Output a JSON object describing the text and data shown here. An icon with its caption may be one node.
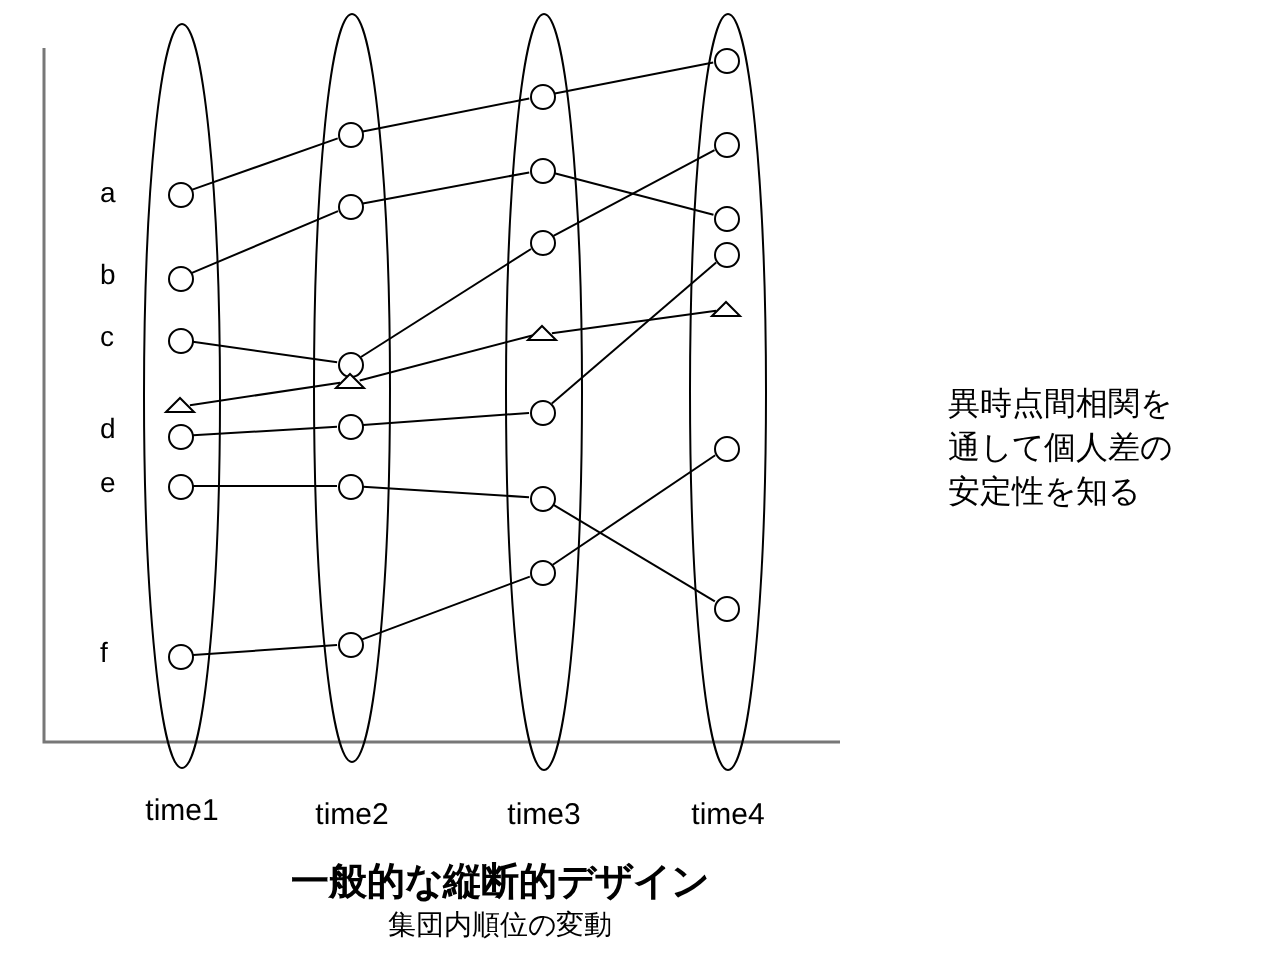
{
  "diagram": {
    "title": "一般的な縦断的デザイン",
    "caption": "集団内順位の変動",
    "nodes": [
      {
        "text": [],
        "shape": "ellipse",
        "beside": [
          "time1"
        ]
      },
      {
        "text": [],
        "shape": "circle",
        "in": 0
      },
      {
        "text": [],
        "shape": "circle",
        "in": 0
      },
      {
        "text": [],
        "shape": "circle",
        "in": 0
      },
      {
        "text": [],
        "shape": "triangle",
        "in": 0
      },
      {
        "text": [],
        "shape": "circle",
        "in": 0
      },
      {
        "text": [],
        "shape": "circle",
        "in": 0
      },
      {
        "text": [],
        "shape": "circle",
        "in": 0
      },
      {
        "text": [],
        "shape": "ellipse",
        "beside": [
          "time2"
        ]
      },
      {
        "text": [],
        "shape": "circle",
        "in": 8
      },
      {
        "text": [],
        "shape": "circle",
        "in": 8
      },
      {
        "text": [],
        "shape": "circle",
        "in": 8
      },
      {
        "text": [],
        "shape": "triangle",
        "in": 8
      },
      {
        "text": [],
        "shape": "circle",
        "in": 8
      },
      {
        "text": [],
        "shape": "circle",
        "in": 8
      },
      {
        "text": [],
        "shape": "circle",
        "in": 8
      },
      {
        "text": [],
        "shape": "ellipse",
        "beside": [
          "time3"
        ]
      },
      {
        "text": [],
        "shape": "circle",
        "in": 16
      },
      {
        "text": [],
        "shape": "circle",
        "in": 16
      },
      {
        "text": [],
        "shape": "circle",
        "in": 16
      },
      {
        "text": [],
        "shape": "triangle",
        "in": 16
      },
      {
        "text": [],
        "shape": "circle",
        "in": 16
      },
      {
        "text": [],
        "shape": "circle",
        "in": 16
      },
      {
        "text": [],
        "shape": "circle",
        "in": 16
      },
      {
        "text": [],
        "shape": "ellipse",
        "beside": [
          "time4"
        ]
      },
      {
        "text": [],
        "shape": "circle",
        "in": 24
      },
      {
        "text": [],
        "shape": "circle",
        "in": 24
      },
      {
        "text": [],
        "shape": "circle",
        "in": 24
      },
      {
        "text": [],
        "shape": "circle",
        "in": 24
      },
      {
        "text": [],
        "shape": "triangle",
        "in": 24
      },
      {
        "text": [],
        "shape": "circle",
        "in": 24
      },
      {
        "text": [],
        "shape": "circle",
        "in": 24
      }
    ],
    "edges": [
      {
        "from": 1,
        "to": 9,
        "arrow": "none"
      },
      {
        "from": 9,
        "to": 17,
        "arrow": "none"
      },
      {
        "from": 17,
        "to": 25,
        "arrow": "none"
      },
      {
        "from": 2,
        "to": 10,
        "arrow": "none"
      },
      {
        "from": 10,
        "to": 18,
        "arrow": "none"
      },
      {
        "from": 18,
        "to": 27,
        "arrow": "none"
      },
      {
        "from": 3,
        "to": 11,
        "arrow": "none"
      },
      {
        "from": 11,
        "to": 19,
        "arrow": "none"
      },
      {
        "from": 19,
        "to": 26,
        "arrow": "none"
      },
      {
        "from": 4,
        "to": 12,
        "arrow": "none"
      },
      {
        "from": 12,
        "to": 20,
        "arrow": "none"
      },
      {
        "from": 20,
        "to": 29,
        "arrow": "none"
      },
      {
        "from": 5,
        "to": 13,
        "arrow": "none"
      },
      {
        "from": 13,
        "to": 21,
        "arrow": "none"
      },
      {
        "from": 21,
        "to": 28,
        "arrow": "none"
      },
      {
        "from": 6,
        "to": 14,
        "arrow": "none"
      },
      {
        "from": 14,
        "to": 22,
        "arrow": "none"
      },
      {
        "from": 22,
        "to": 31,
        "arrow": "none"
      },
      {
        "from": 7,
        "to": 15,
        "arrow": "none"
      },
      {
        "from": 15,
        "to": 23,
        "arrow": "none"
      },
      {
        "from": 23,
        "to": 30,
        "arrow": "none"
      }
    ],
    "labels": [
      "a",
      "b",
      "c",
      "d",
      "e",
      "f",
      "異時点間相関を通して個人差の安定性を知る"
    ]
  }
}
